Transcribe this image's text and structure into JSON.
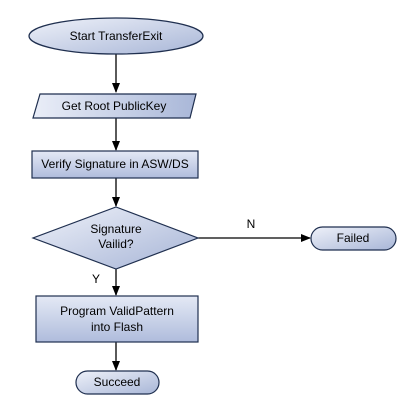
{
  "diagram": {
    "nodes": {
      "start": {
        "label": "Start TransferExit",
        "shape": "ellipse"
      },
      "get_key": {
        "label": "Get Root PublicKey",
        "shape": "parallelogram"
      },
      "verify": {
        "label": "Verify Signature in ASW/DS",
        "shape": "process"
      },
      "decision": {
        "line1": "Signature",
        "line2": "Vailid?",
        "shape": "diamond"
      },
      "failed": {
        "label": "Failed",
        "shape": "rounded-terminal"
      },
      "program": {
        "line1": "Program ValidPattern",
        "line2": "into Flash",
        "shape": "process"
      },
      "succeed": {
        "label": "Succeed",
        "shape": "rounded-terminal"
      }
    },
    "edges": {
      "no_label": "N",
      "yes_label": "Y"
    },
    "colors": {
      "fill_light": "#e6ebf6",
      "fill_dark": "#a9b7d8",
      "stroke": "#1f2f4f"
    }
  }
}
